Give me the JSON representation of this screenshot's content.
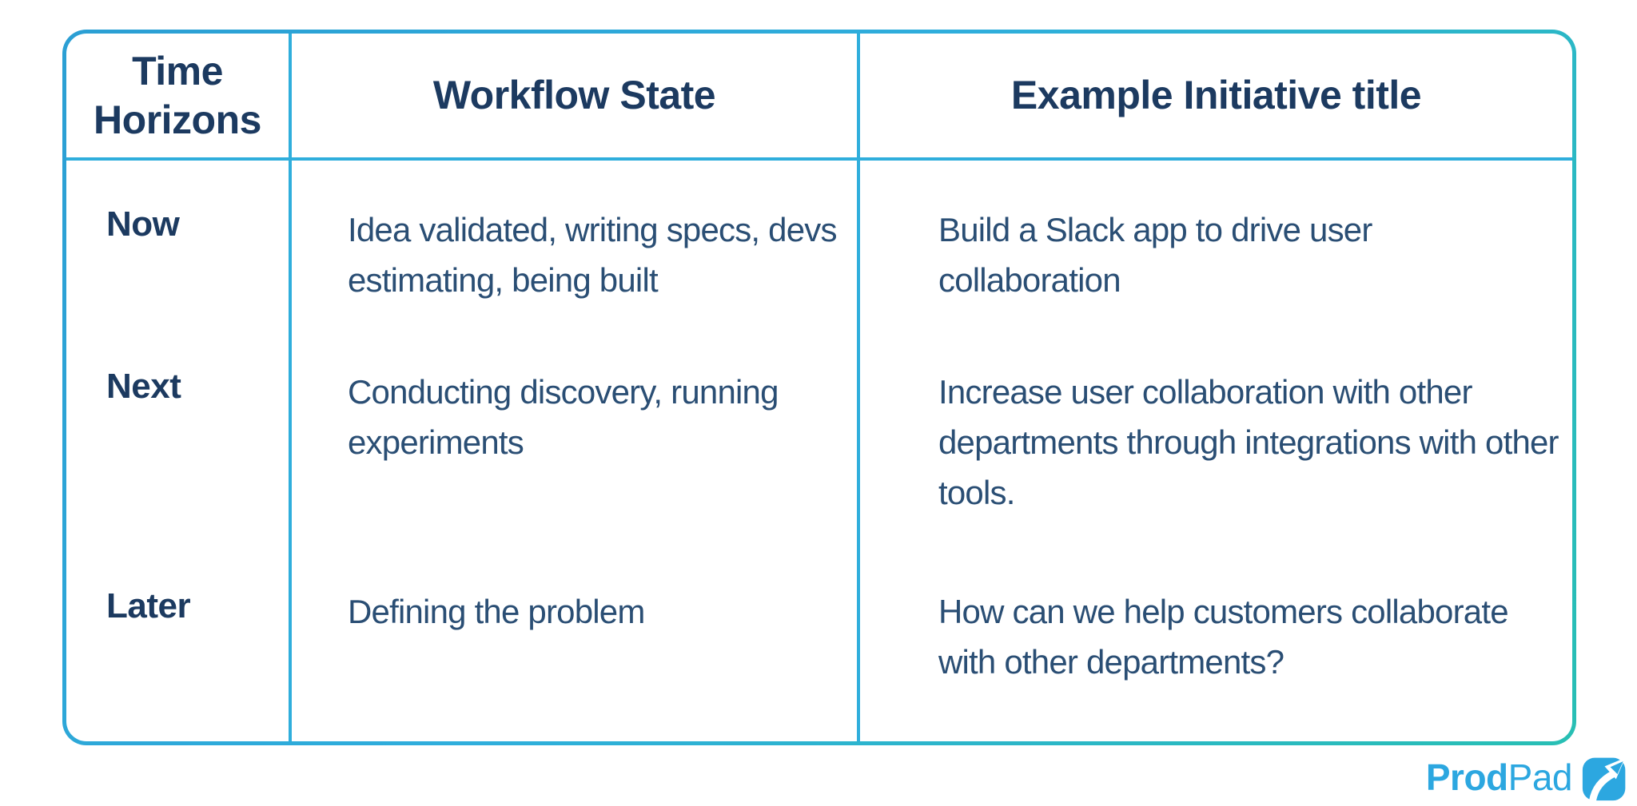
{
  "table": {
    "headers": [
      "Time Horizons",
      "Workflow State",
      "Example Initiative title"
    ],
    "rows": [
      {
        "time_horizon": "Now",
        "workflow_state": "Idea validated, writing specs, devs estimating, being built",
        "example_initiative": "Build a Slack app to drive user collaboration"
      },
      {
        "time_horizon": "Next",
        "workflow_state": "Conducting discovery, running experiments",
        "example_initiative": "Increase user collaboration with other departments through integrations with other tools."
      },
      {
        "time_horizon": "Later",
        "workflow_state": "Defining the problem",
        "example_initiative": "How can we help customers collaborate with other departments?"
      }
    ]
  },
  "branding": {
    "logo_prod": "Prod",
    "logo_pad": "Pad",
    "logo_icon": "arrow-up-right-icon"
  },
  "colors": {
    "border_gradient_start": "#2B9FD4",
    "border_gradient_end": "#28BFB4",
    "grid_line": "#2FAEDC",
    "header_text": "#1C3A60",
    "body_text": "#2A4E74",
    "logo_blue": "#2CA7E0"
  }
}
